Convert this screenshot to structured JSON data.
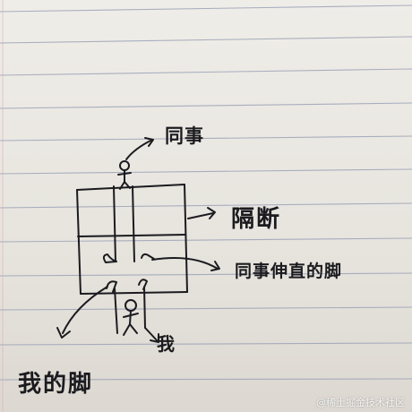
{
  "photo": {
    "subject": "hand-drawn sketch on lined notebook paper",
    "paper_color": "#ece9e3",
    "ruled_line_color": "#9ca3b7",
    "ink_color": "#1b1b1f"
  },
  "labels": {
    "colleague": "同事",
    "partition": "隔断",
    "colleague_feet": "同事伸直的脚",
    "me": "我",
    "my_feet": "我的脚"
  },
  "watermark": "@稀土掘金技术社区",
  "icons": [
    "stick-figure-colleague-icon",
    "stick-figure-me-icon",
    "arrow-icon",
    "foot-icon"
  ]
}
